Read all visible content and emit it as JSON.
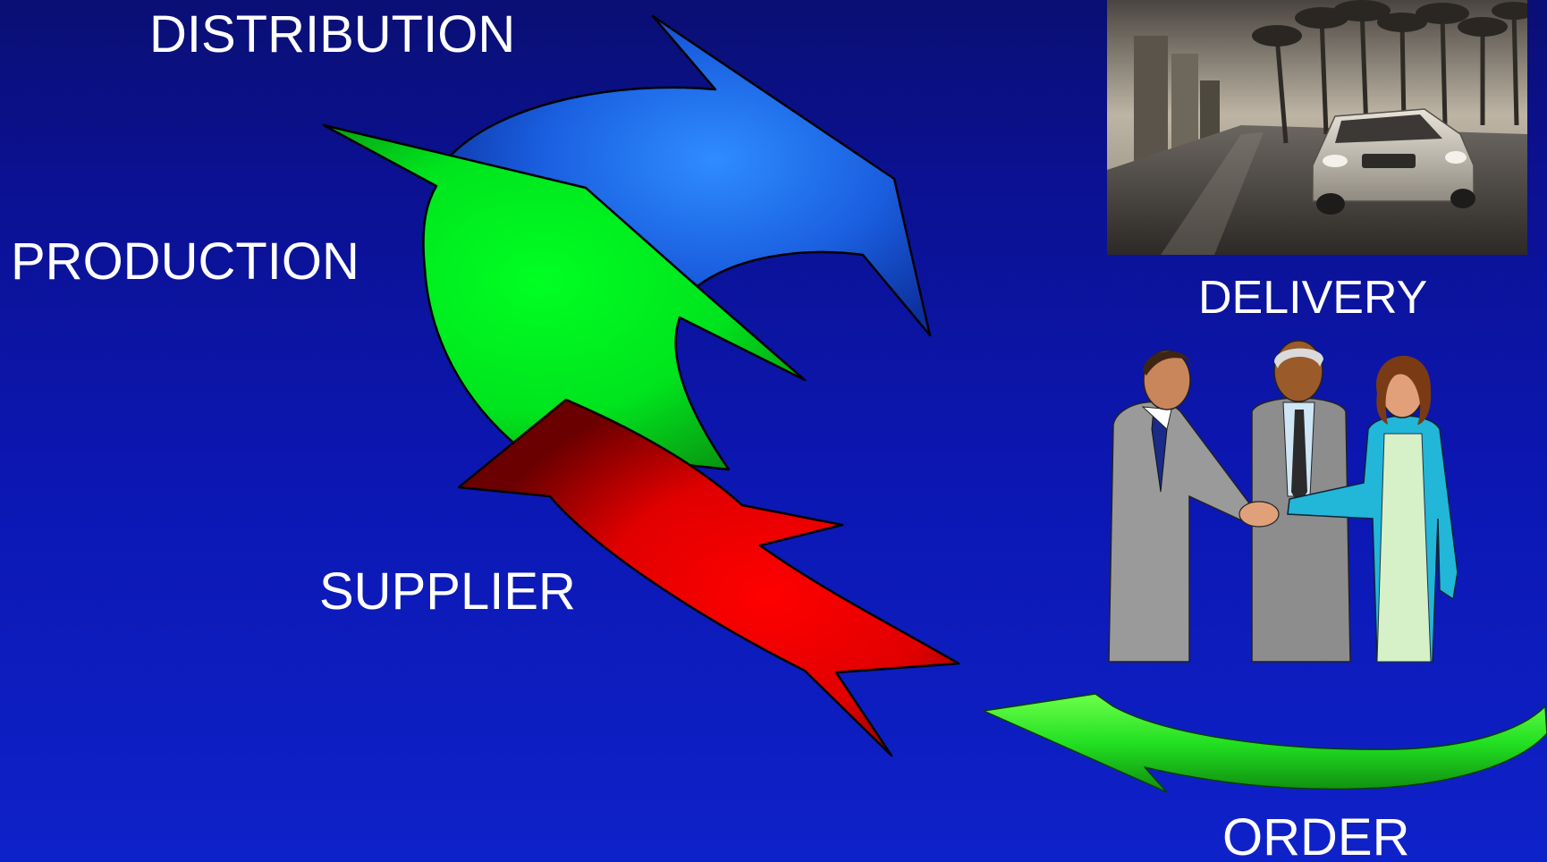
{
  "labels": {
    "distribution": "DISTRIBUTION",
    "production": "PRODUCTION",
    "supplier": "SUPPLIER",
    "delivery": "DELIVERY",
    "order": "ORDER"
  },
  "colors": {
    "background": "#0c17b2",
    "distribution_arrow": "#1e63e0",
    "production_arrow": "#00ee22",
    "supplier_arrow": "#ee0000",
    "order_arrow": "#22dd22",
    "text": "#ffffff"
  },
  "images": {
    "car": "car-on-palm-road-photo",
    "people": "business-handshake-clipart"
  }
}
